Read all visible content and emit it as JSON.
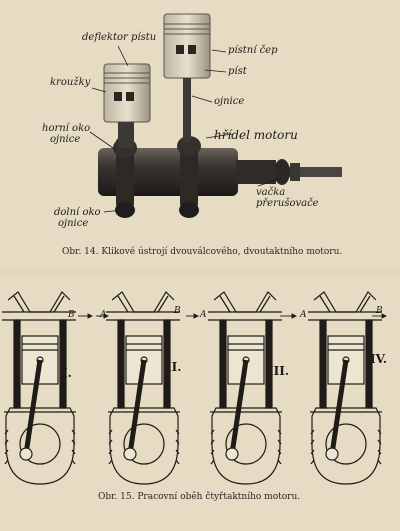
{
  "figure14": {
    "labels": {
      "deflektor": "deflektor pístu",
      "pistni_cep": "pístní čep",
      "krouzky": "kroužky",
      "pist": "píst",
      "ojnice": "ojnice",
      "horni_oko_line1": "horní oko",
      "horni_oko_line2": "ojnice",
      "hridel": "hřídel motoru",
      "vacka_line1": "vačka",
      "vacka_line2": "přerušovače",
      "dolni_oko_line1": "dolní oko",
      "dolni_oko_line2": "ojnice"
    },
    "caption": "Obr. 14. Klikové ústrojí dvouválcového, dvoutaktního motoru."
  },
  "figure15": {
    "strokes": [
      {
        "numeral": "I.",
        "left": "B",
        "right": ""
      },
      {
        "numeral": "II.",
        "left": "A",
        "right": "B"
      },
      {
        "numeral": "III.",
        "left": "A",
        "right": ""
      },
      {
        "numeral": "IV.",
        "left": "A",
        "right": "B"
      }
    ],
    "caption": "Obr. 15. Pracovní oběh čtyřtaktního motoru."
  }
}
